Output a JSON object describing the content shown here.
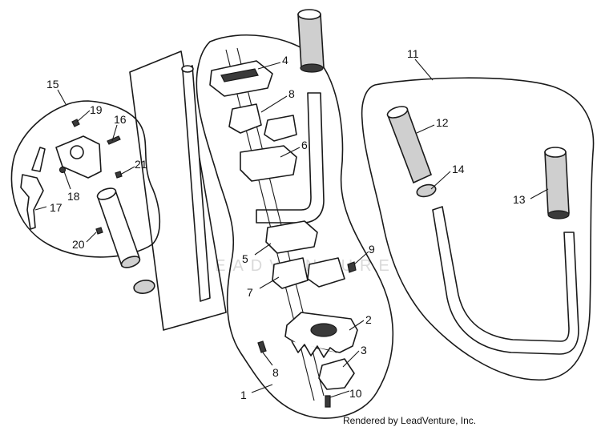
{
  "callouts": [
    {
      "id": "1",
      "label": "1"
    },
    {
      "id": "2",
      "label": "2"
    },
    {
      "id": "3",
      "label": "3"
    },
    {
      "id": "4",
      "label": "4"
    },
    {
      "id": "5",
      "label": "5"
    },
    {
      "id": "6",
      "label": "6"
    },
    {
      "id": "7",
      "label": "7"
    },
    {
      "id": "8a",
      "label": "8"
    },
    {
      "id": "8b",
      "label": "8"
    },
    {
      "id": "9",
      "label": "9"
    },
    {
      "id": "10",
      "label": "10"
    },
    {
      "id": "11",
      "label": "11"
    },
    {
      "id": "12",
      "label": "12"
    },
    {
      "id": "13",
      "label": "13"
    },
    {
      "id": "14",
      "label": "14"
    },
    {
      "id": "15",
      "label": "15"
    },
    {
      "id": "16",
      "label": "16"
    },
    {
      "id": "17",
      "label": "17"
    },
    {
      "id": "18",
      "label": "18"
    },
    {
      "id": "19",
      "label": "19"
    },
    {
      "id": "20",
      "label": "20"
    },
    {
      "id": "21",
      "label": "21"
    }
  ],
  "watermark": "LEADVENTURE",
  "credit": "Rendered by LeadVenture, Inc."
}
